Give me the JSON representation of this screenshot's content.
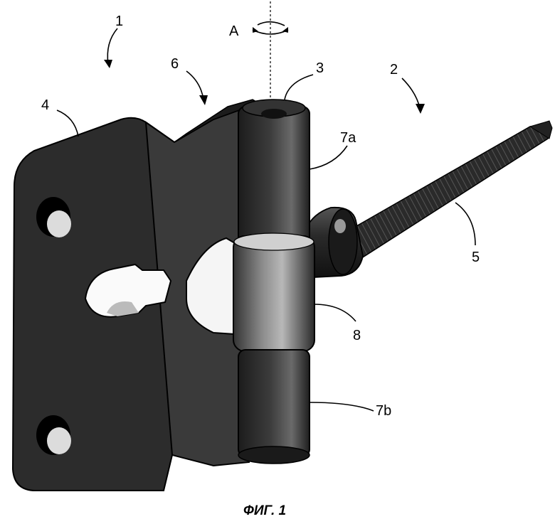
{
  "caption": "ФИГ. 1",
  "axis_label": "A",
  "labels": {
    "l1": "1",
    "l2": "2",
    "l3": "3",
    "l4": "4",
    "l5": "5",
    "l6": "6",
    "l7a": "7a",
    "l7b": "7b",
    "l8": "8"
  },
  "colors": {
    "metal_dark": "#2a2a2a",
    "metal_mid": "#4a4a4a",
    "highlight": "#d8d8d8",
    "background": "#ffffff"
  }
}
